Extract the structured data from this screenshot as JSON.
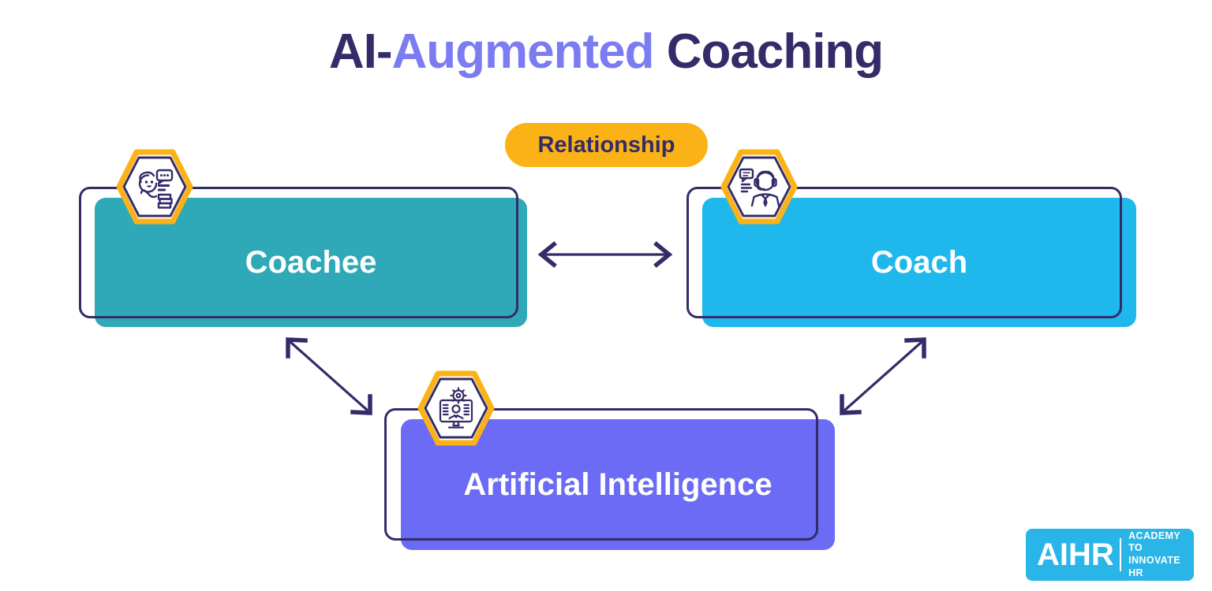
{
  "title": {
    "part1": "AI-",
    "part2": "Augmented",
    "part3": " Coaching"
  },
  "badge": {
    "label": "Relationship"
  },
  "nodes": {
    "coachee": {
      "label": "Coachee",
      "color": "#2FA9B7",
      "icon": "person-with-chat-and-books-icon"
    },
    "coach": {
      "label": "Coach",
      "color": "#1FB8EC",
      "icon": "person-with-headset-icon"
    },
    "ai": {
      "label": "Artificial Intelligence",
      "color": "#6B6BF5",
      "icon": "monitor-person-gear-icon"
    }
  },
  "connections": [
    {
      "from": "coachee",
      "to": "coach",
      "type": "bidirectional-horizontal"
    },
    {
      "from": "coachee",
      "to": "ai",
      "type": "bidirectional-diagonal"
    },
    {
      "from": "coach",
      "to": "ai",
      "type": "bidirectional-diagonal"
    }
  ],
  "logo": {
    "name": "AIHR",
    "tagline_line1": "ACADEMY TO",
    "tagline_line2": "INNOVATE HR",
    "color": "#29B5E8"
  },
  "colors": {
    "navy": "#332C68",
    "periwinkle": "#7B7BF2",
    "yellow": "#FBB216",
    "white": "#FFFFFF"
  }
}
